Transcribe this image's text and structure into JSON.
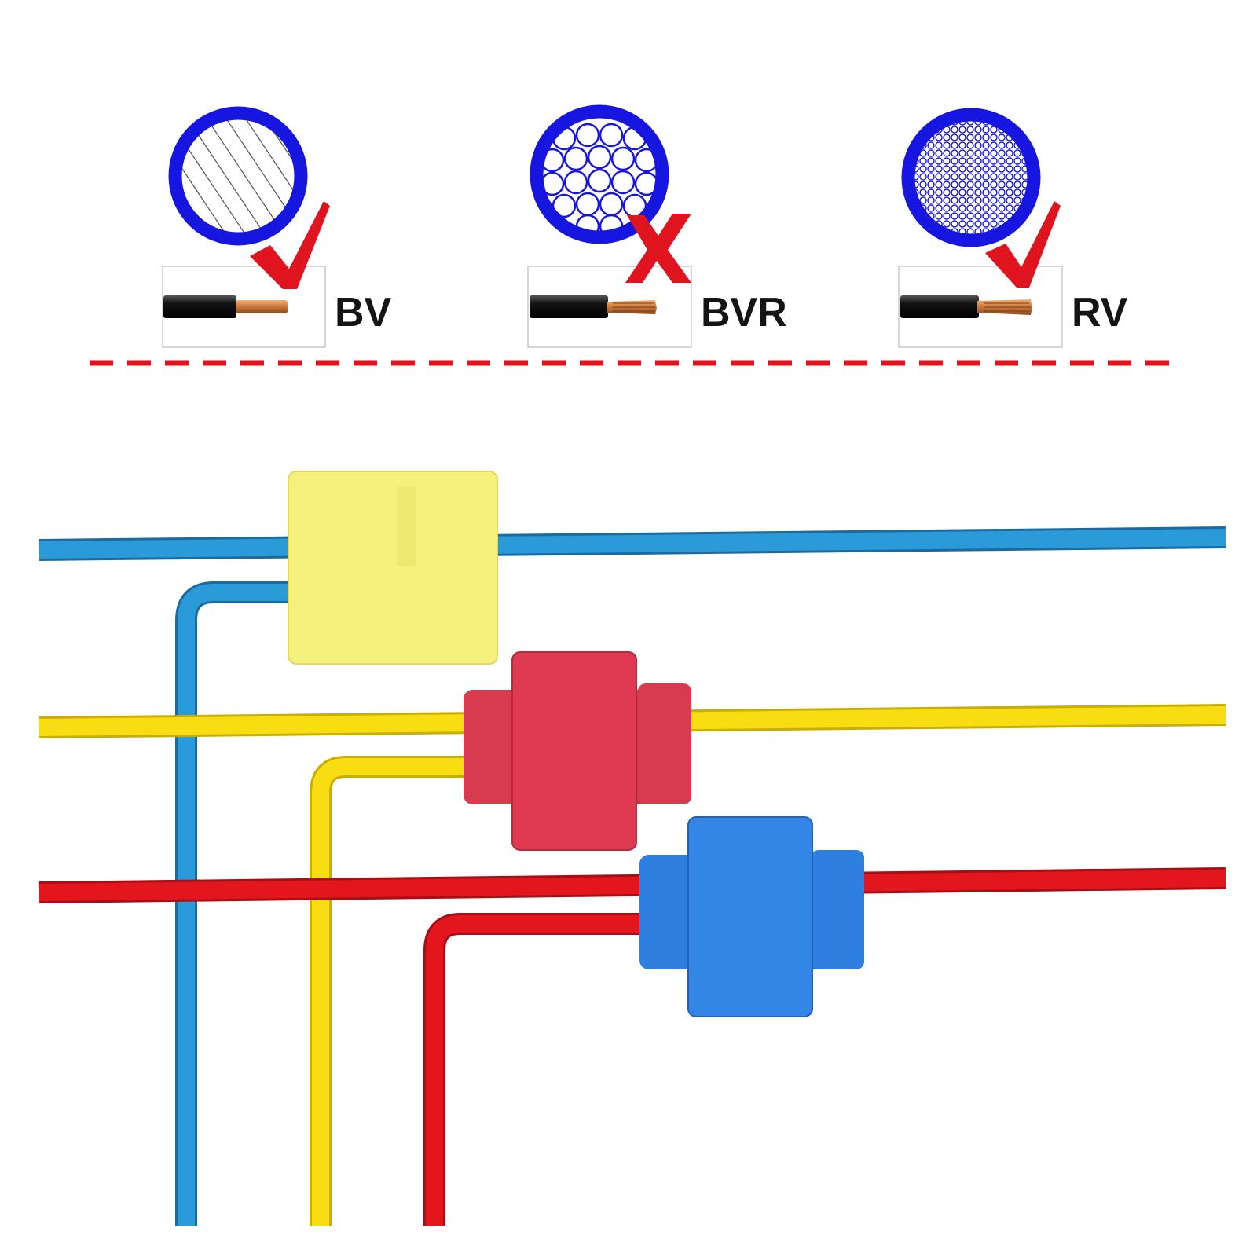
{
  "wire_types": [
    {
      "label": "BV",
      "core": "solid",
      "verdict": "check",
      "verdict_color": "#e0141e"
    },
    {
      "label": "BVR",
      "core": "multi-strand",
      "verdict": "cross",
      "verdict_color": "#e0141e"
    },
    {
      "label": "RV",
      "core": "fine-multi-strand",
      "verdict": "check",
      "verdict_color": "#e0141e"
    }
  ],
  "colors": {
    "ring_blue": "#1616e0",
    "divider_red": "#e0141e",
    "wire_blue": "#2a9ad8",
    "wire_yellow": "#f7dd12",
    "wire_red": "#e3161e",
    "connector_yellow": "#f6f07c",
    "connector_red": "#e03a52",
    "connector_blue": "#2f7fe0",
    "insulation_black": "#141414",
    "copper": "#c8773a"
  },
  "icons": [
    "solid-core-cross-section-icon",
    "stranded-core-cross-section-icon",
    "fine-strand-cross-section-icon",
    "check-mark-icon",
    "cross-mark-icon"
  ],
  "connectors": [
    {
      "name": "yellow-tap-connector",
      "color": "yellow"
    },
    {
      "name": "red-tap-connector",
      "color": "red"
    },
    {
      "name": "blue-tap-connector",
      "color": "blue"
    }
  ]
}
